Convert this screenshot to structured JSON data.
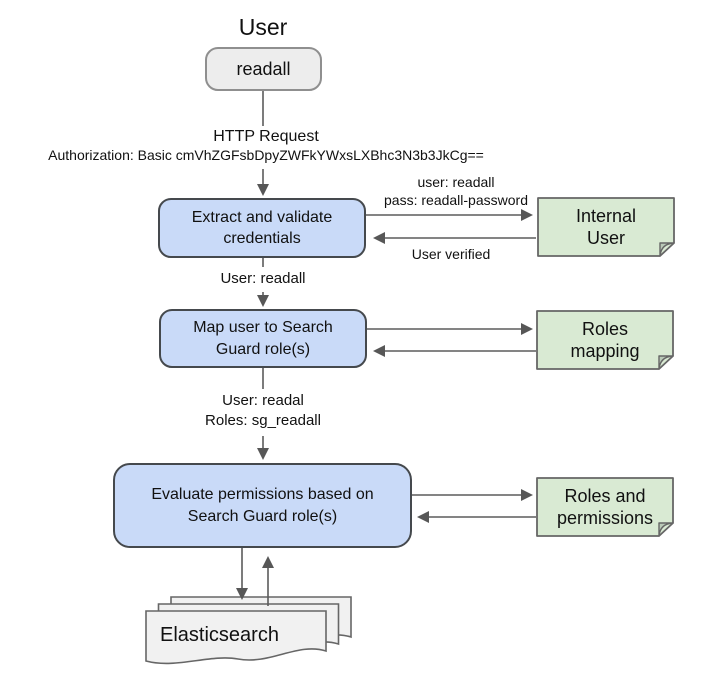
{
  "title": {
    "text": "User"
  },
  "user_node": {
    "label": "readall"
  },
  "http_request": {
    "line1": "HTTP Request",
    "line2": "Authorization: Basic cmVhZGFsbDpyZWFkYWxsLXBhc3N3b3JkCg=="
  },
  "nodes": {
    "extract": {
      "label": "Extract and validate credentials"
    },
    "map_roles": {
      "label": "Map user to Search Guard role(s)"
    },
    "evaluate": {
      "label": "Evaluate permissions based on Search Guard role(s)"
    }
  },
  "notes": {
    "internal_user": {
      "label": "Internal User"
    },
    "roles_mapping": {
      "label": "Roles mapping"
    },
    "roles_permissions": {
      "label": "Roles and permissions"
    }
  },
  "edge_labels": {
    "credentials_line1": "user: readall",
    "credentials_line2": "pass: readall-password",
    "user_verified": "User verified",
    "after_extract": "User: readall",
    "after_map_line1": "User: readal",
    "after_map_line2": "Roles: sg_readall"
  },
  "datastore": {
    "label": "Elasticsearch"
  },
  "colors": {
    "process_fill": "#c9daf8",
    "process_border": "#45494d",
    "note_fill": "#d9ead3",
    "note_border": "#666666",
    "note_fold": "#b9c9b7",
    "terminal_fill": "#ededed",
    "terminal_border": "#8f8f8f",
    "document_fill": "#f1f1f1",
    "document_border": "#666666",
    "connector": "#5b5b5b",
    "text": "#111111"
  }
}
